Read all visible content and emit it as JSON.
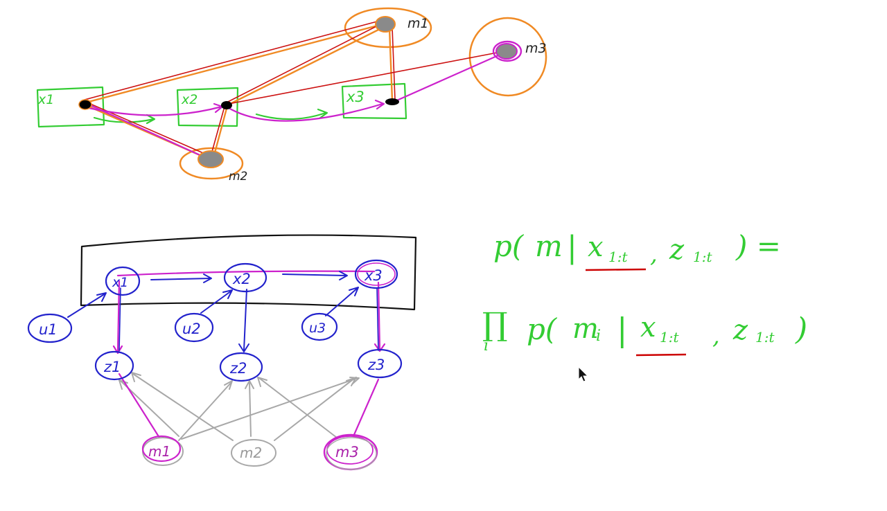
{
  "colors": {
    "background": "#ffffff",
    "pose_box": "#33cc33",
    "landmark_fill": "#8a8a8a",
    "landmark_ring": "#f08a24",
    "measurement_red": "#cc1111",
    "measurement_magenta": "#cc22cc",
    "graph_node": "#2222cc",
    "gray_edge": "#a8a8a8",
    "frame": "#111111",
    "underline": "#cc0000"
  },
  "top_sketch": {
    "poses": [
      "x1",
      "x2",
      "x3"
    ],
    "landmarks": [
      "m1",
      "m2",
      "m3"
    ]
  },
  "graph": {
    "state_nodes": [
      "x1",
      "x2",
      "x3"
    ],
    "control_nodes": [
      "u1",
      "u2",
      "u3"
    ],
    "measurement_nodes": [
      "z1",
      "z2",
      "z3"
    ],
    "map_nodes": [
      "m1",
      "m2",
      "m3"
    ]
  },
  "equations": {
    "line1": {
      "p": "p(",
      "m": "m",
      "bar": "|",
      "x": "x",
      "x_sub": "1:t",
      "comma": ",",
      "z": "z",
      "z_sub": "1:t",
      "tail": ") ="
    },
    "line2": {
      "prod": "∏",
      "prod_index": "i",
      "p": "p(",
      "m": "m",
      "m_sub": "i",
      "bar": "|",
      "x": "x",
      "x_sub": "1:t",
      "comma": ",",
      "z": "z",
      "z_sub": "1:t",
      "tail": ")"
    }
  },
  "cursor": "arrow-cursor"
}
